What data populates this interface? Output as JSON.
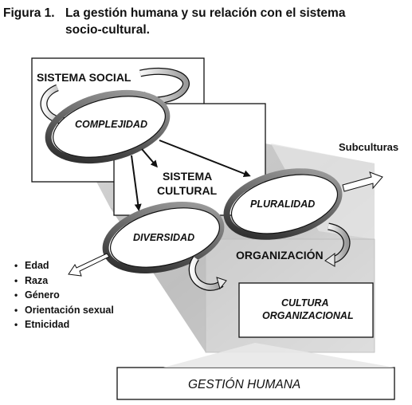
{
  "figure": {
    "number": "Figura 1.",
    "title_line1": "La gestión humana y su relación con el sistema",
    "title_line2": "socio-cultural."
  },
  "labels": {
    "sistema_social": "SISTEMA SOCIAL",
    "complejidad": "COMPLEJIDAD",
    "sistema_cultural_1": "SISTEMA",
    "sistema_cultural_2": "CULTURAL",
    "pluralidad": "PLURALIDAD",
    "diversidad": "DIVERSIDAD",
    "subculturas": "Subculturas",
    "organizacion": "ORGANIZACIÓN",
    "cultura_org_1": "CULTURA",
    "cultura_org_2": "ORGANIZACIONAL",
    "gestion_humana": "GESTIÓN HUMANA"
  },
  "diversity_list": [
    "Edad",
    "Raza",
    "Género",
    "Orientación sexual",
    "Etnicidad"
  ],
  "list_bullet": "•",
  "colors": {
    "box_fill": "#ffffff",
    "stroke": "#111111",
    "shadow_light": "#e6e6e6",
    "shadow_mid": "#cfcfcf",
    "shadow_dark": "#9a9a9a",
    "ring_dark": "#4a4a4a"
  }
}
